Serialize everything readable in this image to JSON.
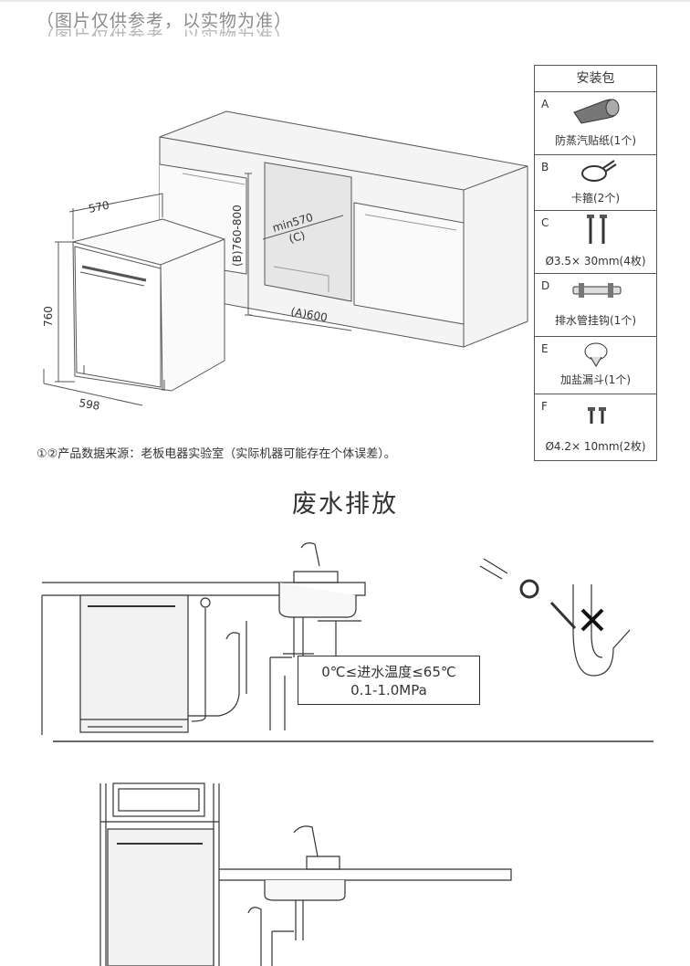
{
  "disclaimer": "（图片仅供参考，以实物为准）",
  "dimensions": {
    "depth": "570",
    "width": "598",
    "height": "760",
    "niche_height": "(B)760-800",
    "niche_depth": "min570",
    "niche_depth_tag": "(C)",
    "niche_width": "(A)600"
  },
  "install_kit": {
    "title": "安装包",
    "items": [
      {
        "letter": "A",
        "label": "防蒸汽贴纸(1个)",
        "icon": "sticker-roll-icon"
      },
      {
        "letter": "B",
        "label": "卡箍(2个)",
        "icon": "hose-clamp-icon"
      },
      {
        "letter": "C",
        "label": "Ø3.5× 30mm(4枚)",
        "icon": "screw-icon"
      },
      {
        "letter": "D",
        "label": "排水管挂钩(1个)",
        "icon": "drain-hook-icon"
      },
      {
        "letter": "E",
        "label": "加盐漏斗(1个)",
        "icon": "salt-funnel-icon"
      },
      {
        "letter": "F",
        "label": "Ø4.2× 10mm(2枚)",
        "icon": "short-screw-icon"
      }
    ]
  },
  "source_note": "①②产品数据来源：老板电器实验室（实际机器可能存在个体误差）。",
  "section_title": "废水排放",
  "water_spec": {
    "temperature": "0℃≤进水温度≤65℃",
    "pressure": "0.1-1.0MPa"
  }
}
